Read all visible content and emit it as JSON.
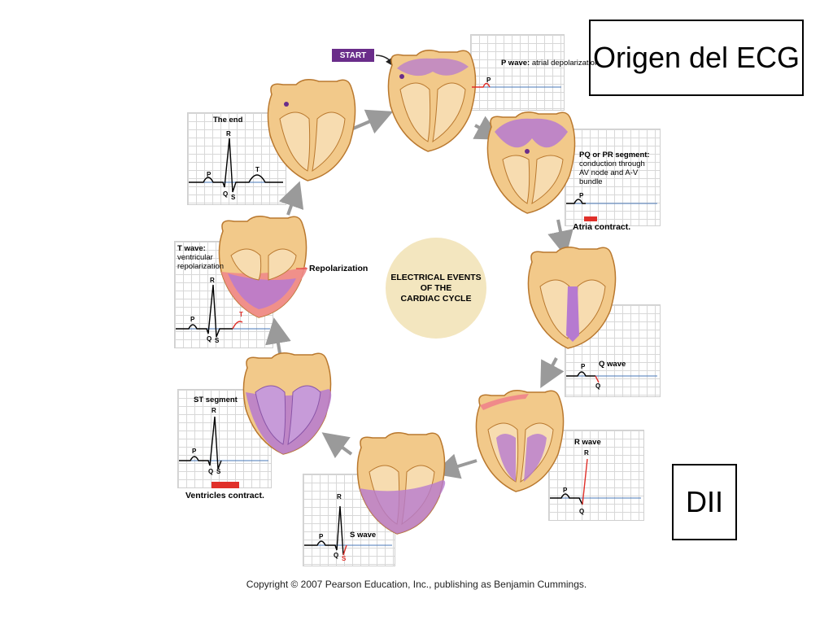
{
  "title": "Origen del ECG",
  "lead_label": "DII",
  "start_label": "START",
  "center_text": [
    "ELECTRICAL EVENTS",
    "OF THE",
    "CARDIAC CYCLE"
  ],
  "copyright": "Copyright © 2007 Pearson Education, Inc., publishing as Benjamin Cummings.",
  "steps": {
    "p_wave": {
      "title": "P wave:",
      "desc": "atrial depolarization",
      "p": "P"
    },
    "pr_segment": {
      "title": "PQ or PR segment:",
      "desc1": "conduction through",
      "desc2": "AV node and A-V",
      "desc3": "bundle",
      "p": "P",
      "caption": "Atria  contract."
    },
    "q_wave": {
      "title": "Q wave",
      "p": "P",
      "q": "Q"
    },
    "r_wave": {
      "title": "R wave",
      "p": "P",
      "q": "Q",
      "r": "R"
    },
    "s_wave": {
      "title": "S wave",
      "p": "P",
      "q": "Q",
      "r": "R",
      "s": "S"
    },
    "st_segment": {
      "title": "ST segment",
      "p": "P",
      "q": "Q",
      "r": "R",
      "s": "S",
      "caption": "Ventricles contract."
    },
    "t_wave": {
      "title1": "T wave:",
      "title2": "ventricular",
      "title3": "repolarization",
      "p": "P",
      "q": "Q",
      "r": "R",
      "s": "S",
      "t": "T",
      "callout": "Repolarization"
    },
    "the_end": {
      "title": "The end",
      "p": "P",
      "q": "Q",
      "r": "R",
      "s": "S",
      "t": "T"
    }
  },
  "colors": {
    "heart_fill": "#f2c98a",
    "heart_edge": "#b9782e",
    "depolarized": "#b67ad0",
    "repolarized": "#f08a8a",
    "ecg_red": "#e0302a",
    "arrow": "#9a9a9a",
    "start_bg": "#6a2d8a"
  }
}
